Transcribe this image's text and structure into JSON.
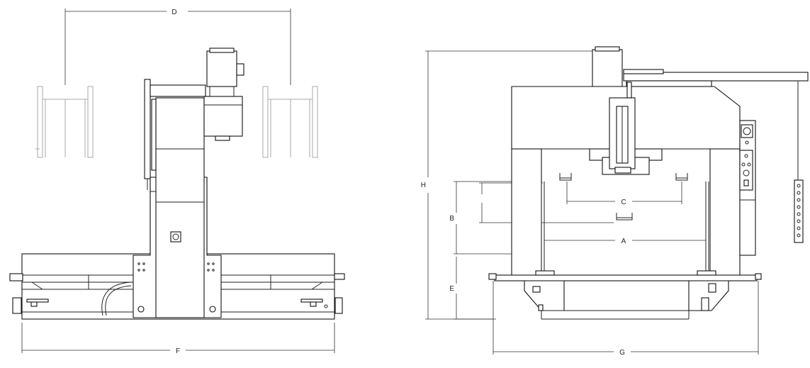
{
  "labels": {
    "A": "A",
    "B": "B",
    "C": "C",
    "D": "D",
    "E": "E",
    "F": "F",
    "G": "G",
    "H": "H"
  },
  "colors": {
    "line": "#222222",
    "ghost": "#a8a8a8",
    "fill": "#ffffff"
  }
}
